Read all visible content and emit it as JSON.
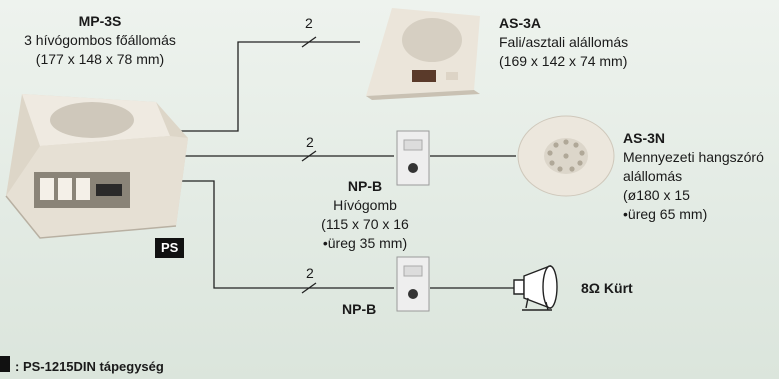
{
  "master": {
    "model": "MP-3S",
    "desc": "3 hívógombos főállomás",
    "dims": "(177 x 148 x 78 mm)",
    "ps_badge": "PS"
  },
  "station_as3a": {
    "model": "AS-3A",
    "desc": "Fali/asztali alállomás",
    "dims": "(169 x 142 x 74 mm)"
  },
  "station_as3n": {
    "model": "AS-3N",
    "desc_line1": "Mennyezeti hangszóró",
    "desc_line2": "alállomás",
    "dims_line1": "(ø180 x 15",
    "dims_line2": "•üreg 65 mm)"
  },
  "callbutton_1": {
    "model": "NP-B",
    "desc": "Hívógomb",
    "dims_line1": "(115 x 70 x 16",
    "dims_line2": "•üreg 35 mm)"
  },
  "callbutton_2": {
    "model": "NP-B"
  },
  "horn": {
    "label": "8Ω Kürt"
  },
  "wires": {
    "count_1": "2",
    "count_2": "2",
    "count_3": "2"
  },
  "legend": {
    "text": ": PS-1215DIN tápegység"
  }
}
